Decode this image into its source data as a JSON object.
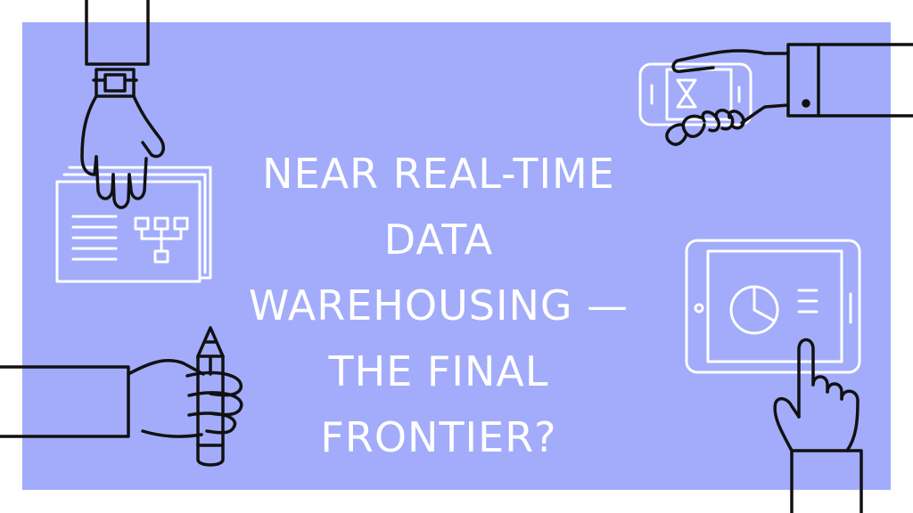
{
  "colors": {
    "panel": "#a2acfb",
    "ink": "#111111",
    "line_light": "#ffffff",
    "background": "#ffffff"
  },
  "headline": {
    "lines": [
      "NEAR REAL-TIME",
      "DATA",
      "WAREHOUSING —",
      "THE FINAL",
      "FRONTIER?"
    ]
  },
  "icons": [
    "hand-with-wristwatch-icon",
    "documents-icon",
    "hand-holding-phone-icon",
    "tablet-with-pie-chart-icon",
    "hand-pointing-icon",
    "hand-holding-pencil-icon"
  ]
}
